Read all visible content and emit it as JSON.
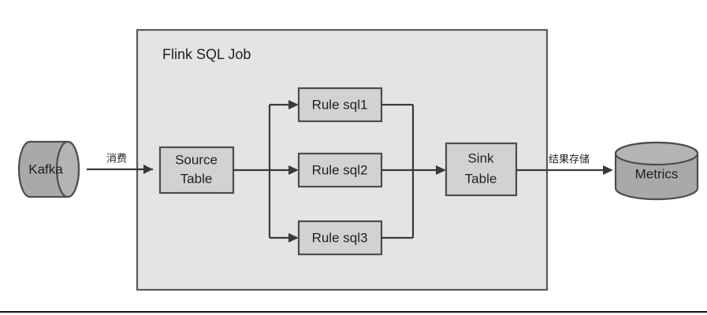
{
  "diagram": {
    "title_group": "Flink SQL Job",
    "nodes": {
      "kafka": {
        "label": "Kafka",
        "shape": "cylinder-horizontal"
      },
      "source_table": {
        "label_line1": "Source",
        "label_line2": "Table",
        "shape": "rectangle"
      },
      "rule_sql1": {
        "label": "Rule sql1",
        "shape": "rectangle"
      },
      "rule_sql2": {
        "label": "Rule sql2",
        "shape": "rectangle"
      },
      "rule_sql3": {
        "label": "Rule sql3",
        "shape": "rectangle"
      },
      "sink_table": {
        "label_line1": "Sink",
        "label_line2": "Table",
        "shape": "rectangle"
      },
      "metrics": {
        "label": "Metrics",
        "shape": "cylinder-vertical"
      }
    },
    "edges": {
      "kafka_to_source": {
        "label": "消费"
      },
      "sink_to_metrics": {
        "label": "结果存储"
      },
      "source_to_rule1": {
        "label": ""
      },
      "source_to_rule2": {
        "label": ""
      },
      "source_to_rule3": {
        "label": ""
      },
      "rules_to_sink": {
        "label": ""
      }
    },
    "colors": {
      "group_fill": "#e4e4e4",
      "group_stroke": "#5a5a5a",
      "box_fill": "#d2d2d2",
      "box_stroke": "#4d4d4d",
      "cylinder_fill": "#a9a9a9",
      "cylinder_cap_fill": "#b4b4b4",
      "connector": "#3a3a3a",
      "text": "#1f1f1f",
      "page_background": "#ffffff"
    }
  }
}
